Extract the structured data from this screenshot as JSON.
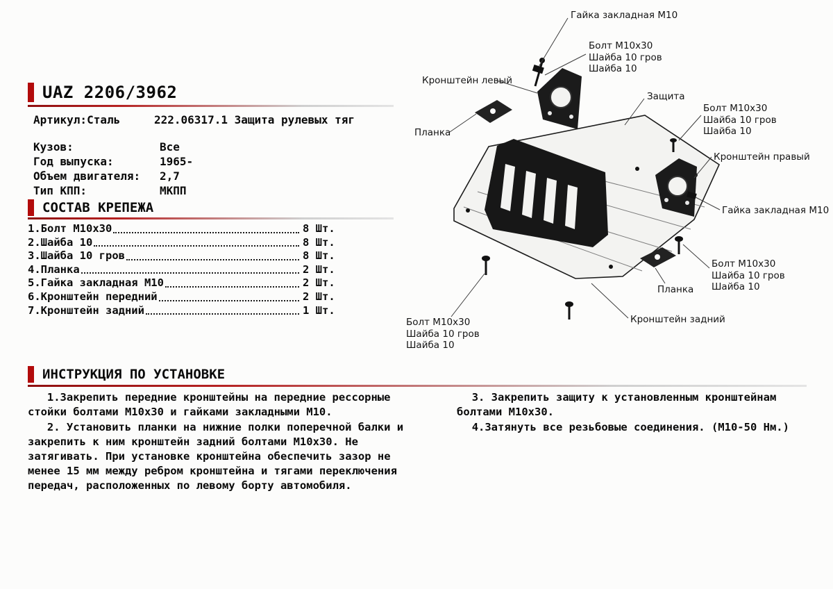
{
  "accent": {
    "red": "#b20b0b"
  },
  "header": {
    "model": "UAZ 2206/3962",
    "article_label": "Артикул:Сталь",
    "article_value": "222.06317.1 Защита рулевых тяг"
  },
  "specs": [
    {
      "label": "Кузов:",
      "value": "Все"
    },
    {
      "label": "Год выпуска:",
      "value": "1965-"
    },
    {
      "label": "Объем двигателя:",
      "value": "2,7"
    },
    {
      "label": "Тип КПП:",
      "value": "МКПП"
    }
  ],
  "hardware": {
    "title": "СОСТАВ КРЕПЕЖА",
    "items": [
      {
        "name": "1.Болт М10х30",
        "qty": "8 Шт."
      },
      {
        "name": "2.Шайба 10",
        "qty": "8 Шт."
      },
      {
        "name": "3.Шайба 10 гров",
        "qty": "8 Шт."
      },
      {
        "name": "4.Планка",
        "qty": "2 Шт."
      },
      {
        "name": "5.Гайка закладная М10",
        "qty": "2 Шт."
      },
      {
        "name": "6.Кронштейн передний",
        "qty": "2 Шт."
      },
      {
        "name": "7.Кронштейн задний",
        "qty": "1 Шт."
      }
    ]
  },
  "diagram": {
    "labels": [
      {
        "id": "nut-top",
        "text": "Гайка закладная М10"
      },
      {
        "id": "bolt-top-left",
        "text": "Болт М10х30\nШайба 10 гров\nШайба 10"
      },
      {
        "id": "bracket-left",
        "text": "Кронштейн левый"
      },
      {
        "id": "planka-left",
        "text": "Планка"
      },
      {
        "id": "shield",
        "text": "Защита"
      },
      {
        "id": "bolt-right",
        "text": "Болт М10х30\nШайба 10 гров\nШайба 10"
      },
      {
        "id": "bracket-right",
        "text": "Кронштейн правый"
      },
      {
        "id": "nut-right",
        "text": "Гайка закладная М10"
      },
      {
        "id": "bolt-bottom-right",
        "text": "Болт М10х30\nШайба 10 гров\nШайба 10"
      },
      {
        "id": "planka-bottom",
        "text": "Планка"
      },
      {
        "id": "bracket-rear",
        "text": "Кронштейн задний"
      },
      {
        "id": "bolt-bottom-left",
        "text": "Болт М10х30\nШайба 10 гров\nШайба 10"
      }
    ]
  },
  "instructions": {
    "title": "ИНСТРУКЦИЯ ПО УСТАНОВКЕ",
    "left": [
      "1.Закрепить передние кронштейны на передние рессорные стойки болтами М10х30 и гайками закладными М10.",
      "2. Установить планки на нижние полки поперечной балки и закрепить к ним кронштейн задний болтами М10х30. Не затягивать. При установке кронштейна обеспечить зазор не менее 15 мм между ребром кронштейна и тягами переключения передач, расположенных по левому борту автомобиля."
    ],
    "right": [
      "3. Закрепить защиту к установленным кронштейнам болтами М10х30.",
      "4.Затянуть все резьбовые соединения. (М10-50 Нм.)"
    ]
  }
}
